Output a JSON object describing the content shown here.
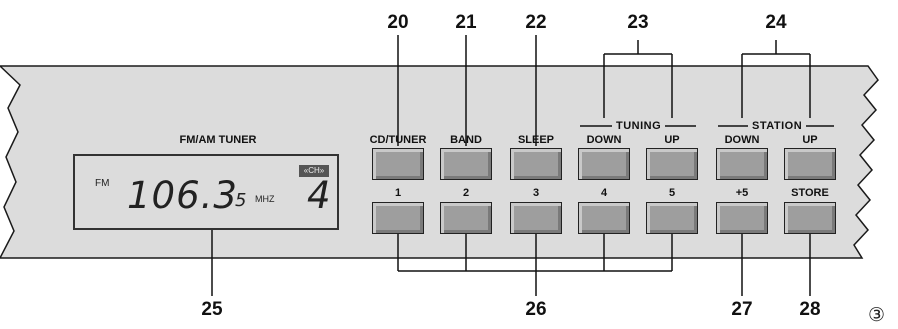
{
  "panel": {
    "title": "FM/AM TUNER",
    "display": {
      "band": "FM",
      "frequency": "106.3",
      "frequency_fraction": "5",
      "unit": "MHZ",
      "channel_badge": "«CH»",
      "channel": "4"
    },
    "groups": {
      "tuning": "TUNING",
      "station": "STATION"
    },
    "top_buttons": [
      "CD/TUNER",
      "BAND",
      "SLEEP",
      "DOWN",
      "UP",
      "DOWN",
      "UP"
    ],
    "bottom_buttons": [
      "1",
      "2",
      "3",
      "4",
      "5",
      "+5",
      "STORE"
    ]
  },
  "callouts": {
    "c20": "20",
    "c21": "21",
    "c22": "22",
    "c23": "23",
    "c24": "24",
    "c25": "25",
    "c26": "26",
    "c27": "27",
    "c28": "28"
  },
  "page_marker": "③"
}
